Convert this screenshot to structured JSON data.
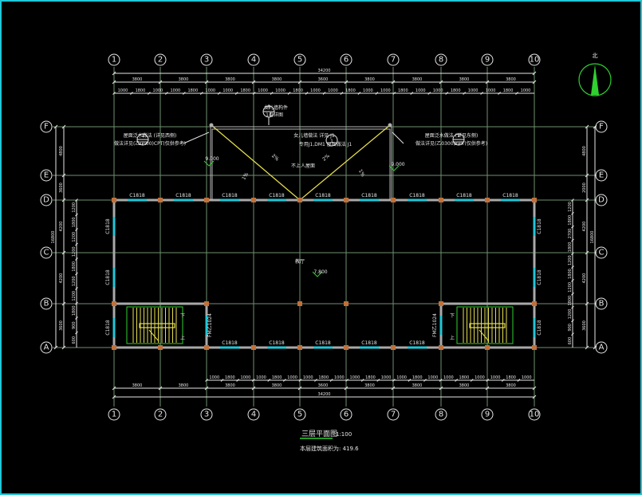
{
  "drawing": {
    "title": "三层平面图",
    "scale": "1:100",
    "note": "本层建筑面积为: 419.6",
    "north_label": "北"
  },
  "grid": {
    "cols": [
      "1",
      "2",
      "3",
      "4",
      "5",
      "6",
      "7",
      "8",
      "9",
      "10"
    ],
    "rows": [
      "F",
      "E",
      "D",
      "C",
      "B",
      "A"
    ]
  },
  "dims": {
    "overall_width": "34200",
    "top_bays": [
      "3800",
      "3800",
      "3800",
      "3800",
      "3600",
      "3800",
      "3800",
      "3800",
      "3800"
    ],
    "bottom_bays": [
      "3800",
      "3800",
      "3800",
      "3800",
      "3600",
      "3800",
      "3800",
      "3800",
      "3800"
    ],
    "top_windows": [
      "1000",
      "1800",
      "1000",
      "1000",
      "1800",
      "1000",
      "1000",
      "1800",
      "1000",
      "1000",
      "1800",
      "1000",
      "1000",
      "1800",
      "1000",
      "1000",
      "1800",
      "1000",
      "1000",
      "1800",
      "1000",
      "1000",
      "1800",
      "1000"
    ],
    "bottom_windows": [
      "1000",
      "1800",
      "1000",
      "1000",
      "1800",
      "1000",
      "1000",
      "1800",
      "1000",
      "1000",
      "1800",
      "1000",
      "1000",
      "1800",
      "1000",
      "1000",
      "1800",
      "1000",
      "1000",
      "1800",
      "1000"
    ],
    "left_outer": [
      "4800",
      "3600",
      "4200",
      "4200",
      "3600"
    ],
    "left_total": "16800",
    "left_inner": [
      "1200",
      "1800",
      "1200",
      "1200",
      "1800",
      "1200",
      "1200",
      "1800",
      "900",
      "600"
    ],
    "right_outer": [
      "4800",
      "2000",
      "4200",
      "4200",
      "3600"
    ],
    "right_total": "16800",
    "right_inner": [
      "1200",
      "1800",
      "2700",
      "1800",
      "1200",
      "1800",
      "1200",
      "1800",
      "1200",
      "900",
      "600"
    ]
  },
  "windows": {
    "top_row": [
      "C1818",
      "C1818",
      "C1818",
      "C1818",
      "C1818",
      "C1818",
      "C1818",
      "C1818",
      "C1818"
    ],
    "bottom_row": [
      "C1818",
      "C1818",
      "C1818",
      "C1818",
      "C1818",
      "C1818"
    ],
    "side_windows": [
      "C1818",
      "C1818",
      "C1818",
      "C1818",
      "C1818",
      "C1818"
    ],
    "stair_doors": [
      "FM乙1024",
      "FM乙1024"
    ]
  },
  "annotations": {
    "elev_left": "9.000",
    "elev_right": "9.000",
    "hall_elev": "7.800",
    "hall_label": "教厅",
    "roof_label": "不上人屋面",
    "slope_labels": [
      "2%",
      "2%",
      "1%",
      "1%"
    ],
    "detail_top_1": "8",
    "detail_top_2": "14",
    "detail_top_text": "女儿墙构件",
    "detail_top_text2": "见详图",
    "detail_mid_num": "1",
    "detail_mid_text": "女儿墙做法 详见 J1",
    "detail_mid_text2": "专用J1,DM1 屋面做法  J1",
    "detail_left_num": "1",
    "detail_left_sub": "077",
    "detail_left_text": "屋面泛水做法 (详见西侧)",
    "detail_left_text2": "做法详见(乙0300)CPT(仅供参考)",
    "detail_right_num": "1",
    "detail_right_sub": "097",
    "detail_right_text": "屋面泛水做法 (详见东侧)",
    "detail_right_text2": "做法详见(乙0300)CPT(仅供参考)",
    "stair_up": "上",
    "stair_down": "下"
  },
  "colors": {
    "frame": "#1ec8d8",
    "grid": "#6f8f6f",
    "window": "#1ec8d8",
    "column": "#c0703a",
    "roof_line": "#e8e050",
    "accent": "#2fd02f"
  }
}
